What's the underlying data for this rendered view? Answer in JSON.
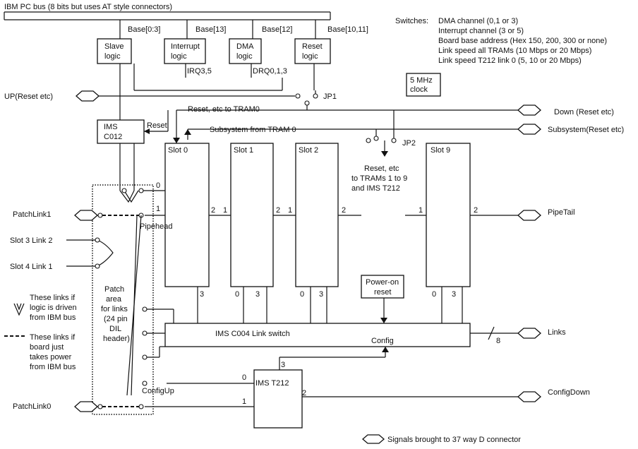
{
  "bus": {
    "title": "IBM PC bus (8 bits but uses AT style connectors)"
  },
  "base_labels": {
    "b03": "Base[0:3]",
    "b13": "Base[13]",
    "b12": "Base[12]",
    "b1011": "Base[10,11]"
  },
  "logic": {
    "slave_1": "Slave",
    "slave_2": "logic",
    "interrupt_1": "Interrupt",
    "interrupt_2": "logic",
    "dma_1": "DMA",
    "dma_2": "logic",
    "reset_1": "Reset",
    "reset_2": "logic"
  },
  "irq_label": "IRQ3,5",
  "drq_label": "DRQ0,1,3",
  "switches": {
    "title": "Switches:",
    "lines": [
      "DMA channel (0,1 or 3)",
      "Interrupt channel (3 or 5)",
      "Board base address (Hex 150, 200, 300 or  none)",
      "Link speed all TRAMs (10 Mbps or 20 Mbps)",
      "Link speed T212 link 0 (5, 10 or 20 Mbps)"
    ]
  },
  "clock": {
    "line1": "5 MHz",
    "line2": "clock"
  },
  "jumpers": {
    "jp1": "JP1",
    "jp2": "JP2"
  },
  "signals": {
    "up": "UP(Reset etc)",
    "down": "Down (Reset etc)",
    "subsystem": "Subsystem(Reset etc)",
    "reset_tram0": "Reset, etc to TRAM0",
    "subsystem_from": "Subsystem from TRAM 0",
    "reset_to_1": "Reset, etc",
    "reset_to_2": "to TRAMs 1 to 9",
    "reset_to_3": "and IMS T212",
    "reset_short": "Reset",
    "pipetail": "PipeTail",
    "pipehead": "Pipehead",
    "links": "Links",
    "links_width": "8",
    "configdown": "ConfigDown",
    "configup": "ConfigUp",
    "patchlink1": "PatchLink1",
    "patchlink0": "PatchLink0",
    "slot3link2": "Slot 3 Link 2",
    "slot4link1": "Slot 4 Link 1"
  },
  "c012": {
    "line1": "IMS",
    "line2": "C012"
  },
  "slots": {
    "s0": "Slot 0",
    "s1": "Slot 1",
    "s2": "Slot 2",
    "s9": "Slot 9"
  },
  "links_n": {
    "l0": "0",
    "l1": "1",
    "l2": "2",
    "l3": "3"
  },
  "poweron": {
    "line1": "Power-on",
    "line2": "reset"
  },
  "c004": {
    "title": "IMS C004 Link switch",
    "config": "Config"
  },
  "t212": {
    "title": "IMS T212"
  },
  "patch_area": {
    "lines": [
      "Patch",
      "area",
      "for links",
      "(24 pin",
      "DIL",
      "header)"
    ]
  },
  "legend": {
    "logic_links": [
      "These links if",
      "logic is driven",
      "from IBM bus"
    ],
    "power_links": [
      "These links if",
      "board just",
      "takes power",
      "from IBM bus"
    ],
    "connector": "Signals brought to 37 way D connector"
  }
}
